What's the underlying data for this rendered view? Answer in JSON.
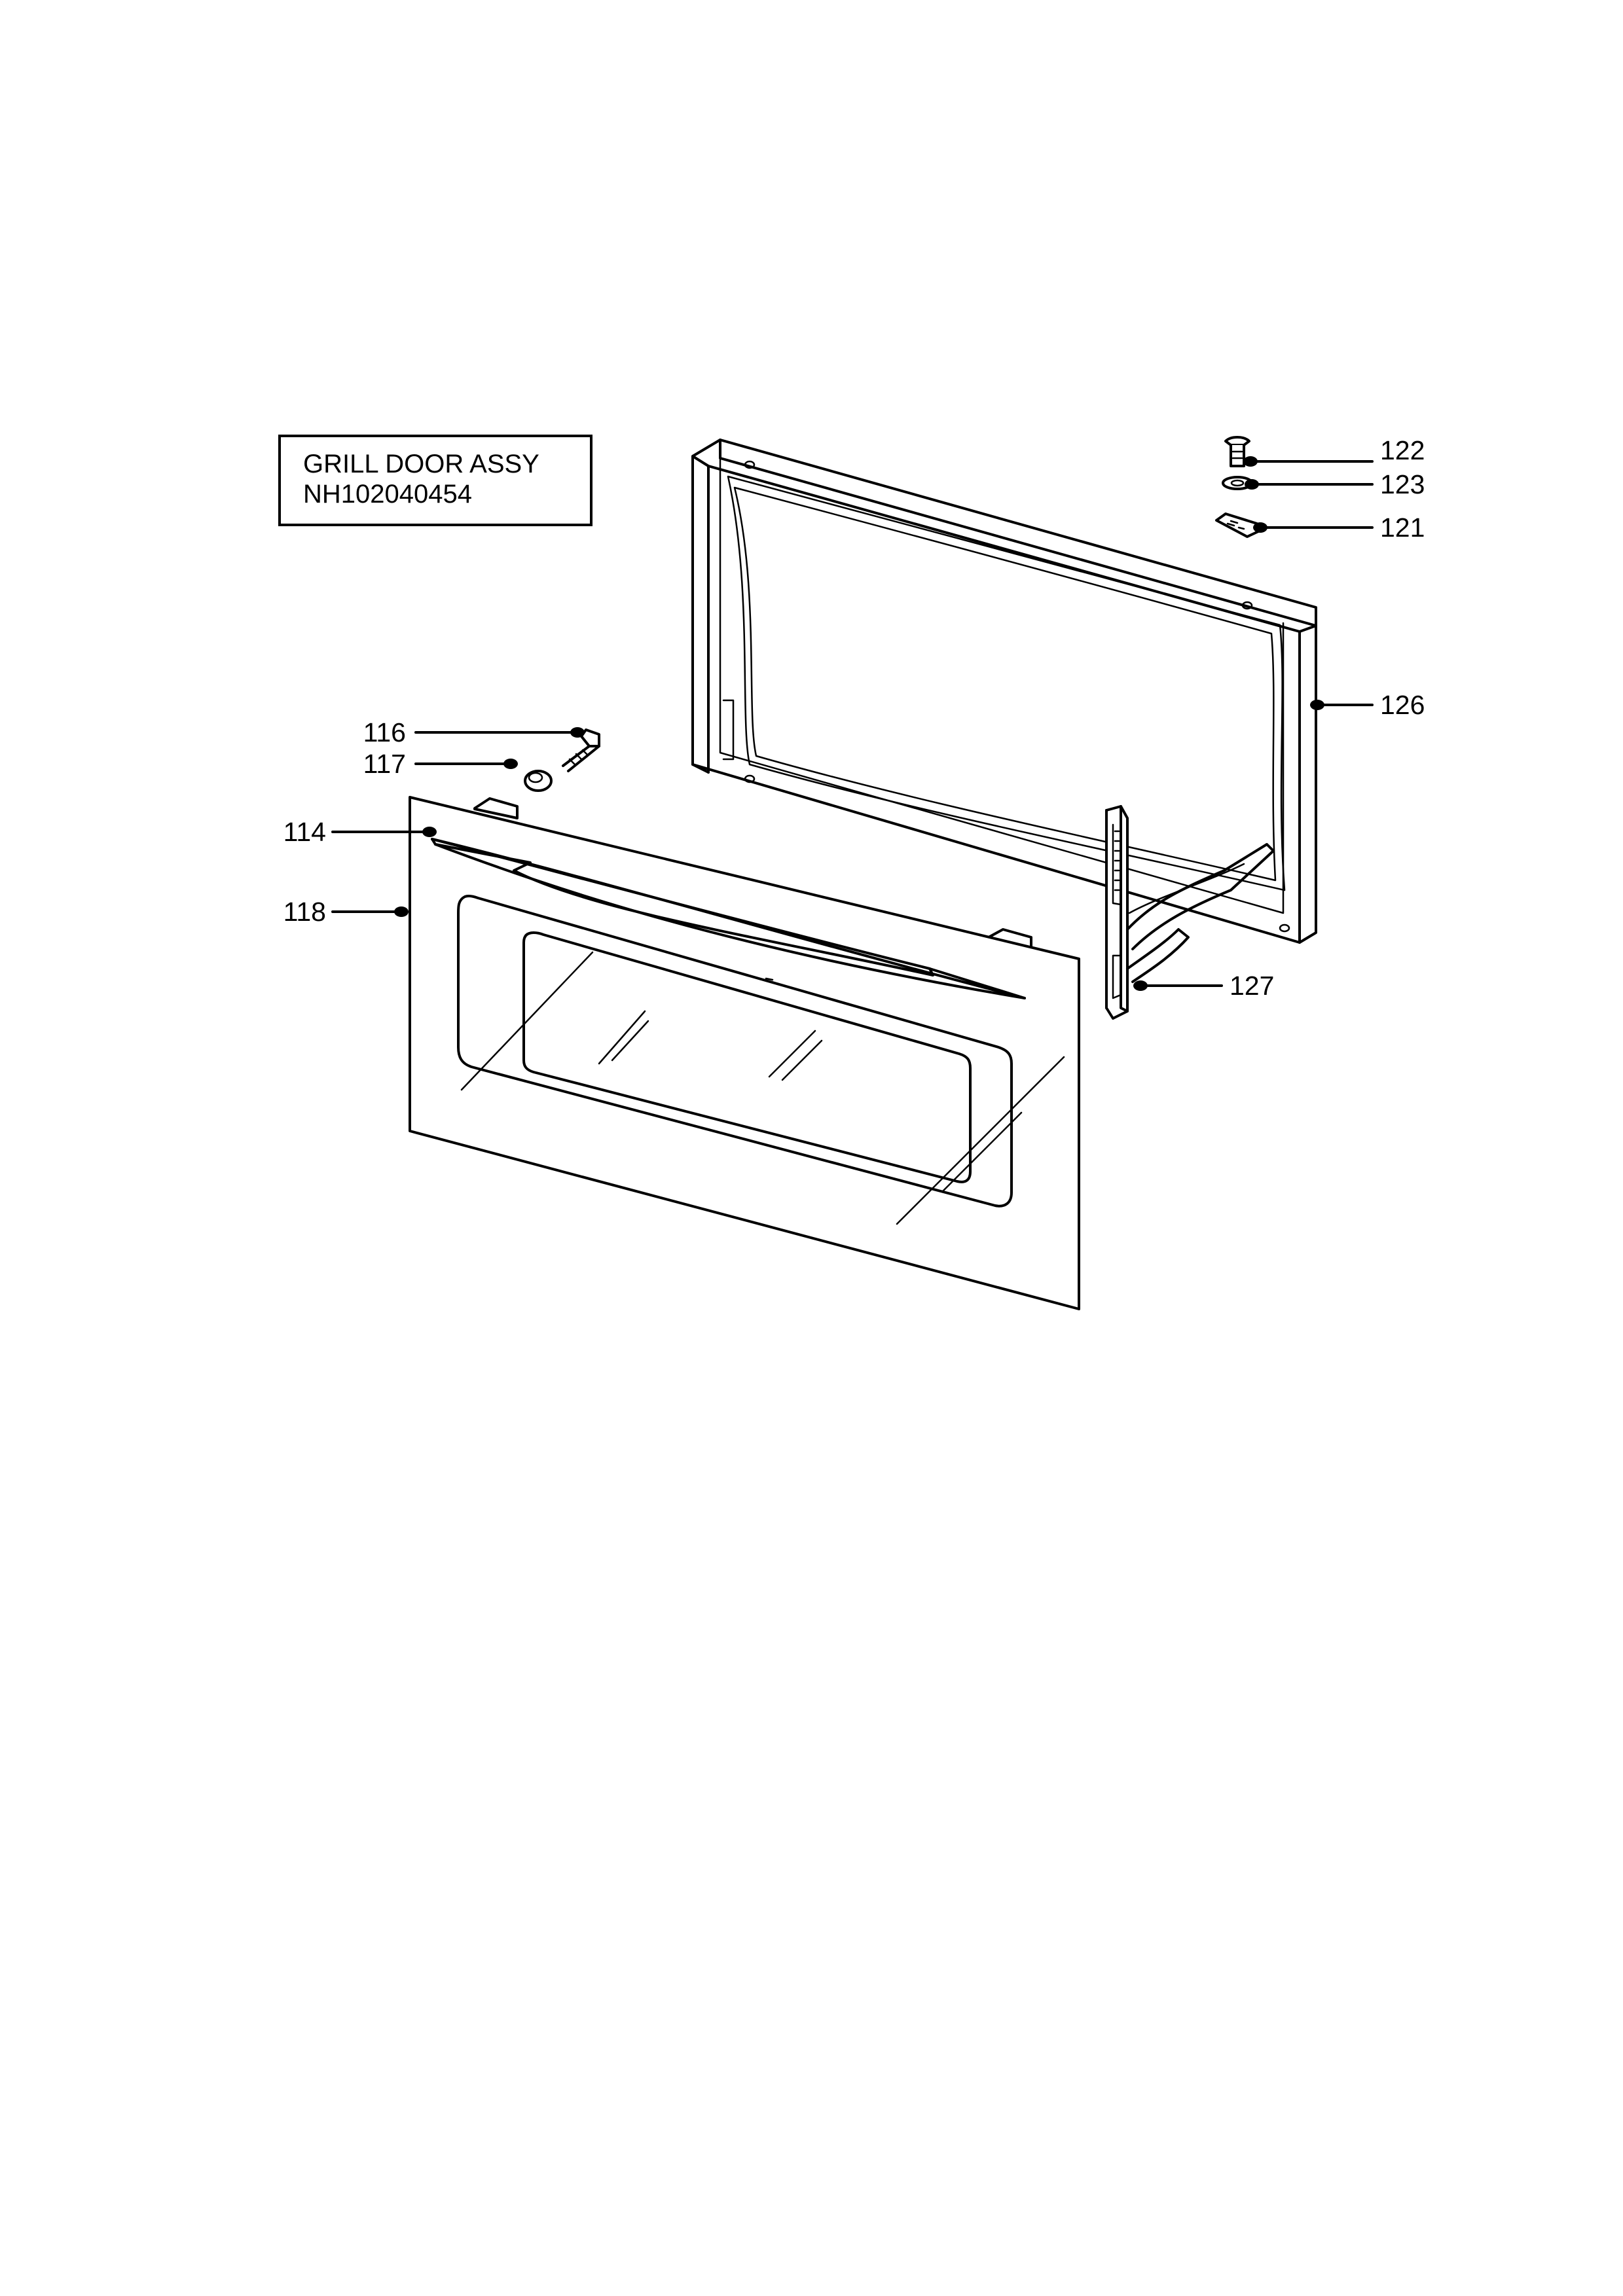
{
  "title": {
    "line1": "GRILL DOOR ASSY",
    "line2": "NH102040454"
  },
  "callouts": {
    "c122": "122",
    "c123": "123",
    "c121": "121",
    "c126": "126",
    "c116": "116",
    "c117": "117",
    "c114": "114",
    "c118": "118",
    "c127": "127"
  },
  "icons": {
    "screw": "screw-icon",
    "washer": "washer-icon",
    "clip": "clip-icon",
    "hinge": "hinge-icon"
  }
}
